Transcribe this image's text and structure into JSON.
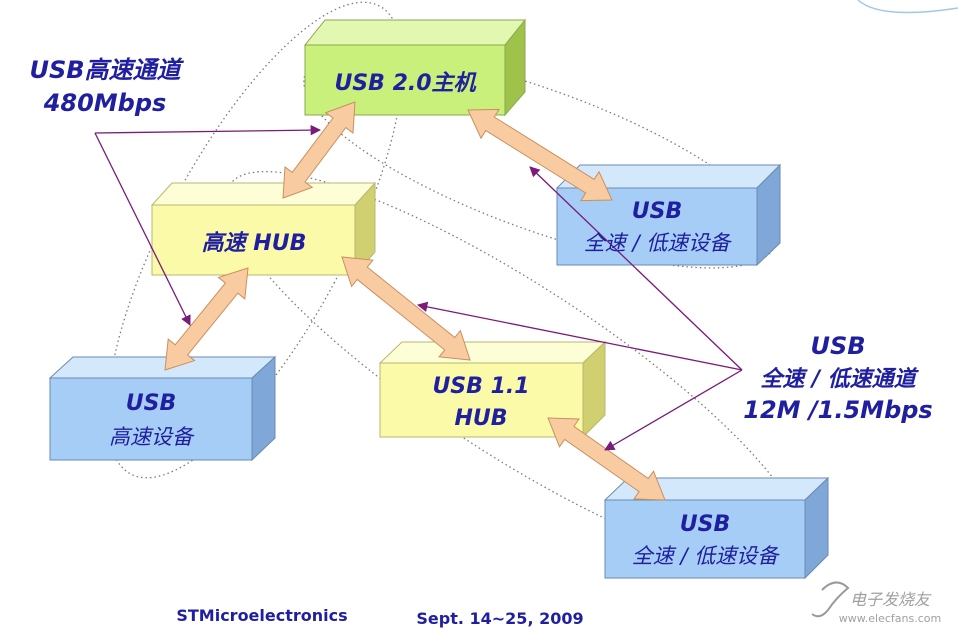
{
  "nodes": {
    "host": {
      "line1": "USB 2.0主机",
      "line2": ""
    },
    "hs_hub": {
      "line1": "高速 HUB",
      "line2": ""
    },
    "hs_device": {
      "line1": "USB",
      "line2": "高速设备"
    },
    "hub11": {
      "line1": "USB 1.1",
      "line2": "HUB"
    },
    "fs_device_top": {
      "line1": "USB",
      "line2": "全速 / 低速设备"
    },
    "fs_device_bottom": {
      "line1": "USB",
      "line2": "全速 / 低速设备"
    }
  },
  "annotations": {
    "high_speed": {
      "line1": "USB高速通道",
      "line2": "480Mbps"
    },
    "full_speed": {
      "line1": "USB",
      "line2": "全速 / 低速通道",
      "line3": "12M /1.5Mbps"
    }
  },
  "footer": {
    "company": "STMicroelectronics",
    "date": "Sept. 14~25, 2009"
  },
  "watermark": {
    "text": "电子发烧友",
    "url": "www.elecfans.com"
  },
  "colors": {
    "green_box": "#c9f07a",
    "yellow_box": "#fafaa8",
    "blue_box": "#a6cdf6",
    "arrow_fill": "#f8cba0",
    "pointer_line": "#7a1a7a",
    "text": "#1f1fa0"
  }
}
